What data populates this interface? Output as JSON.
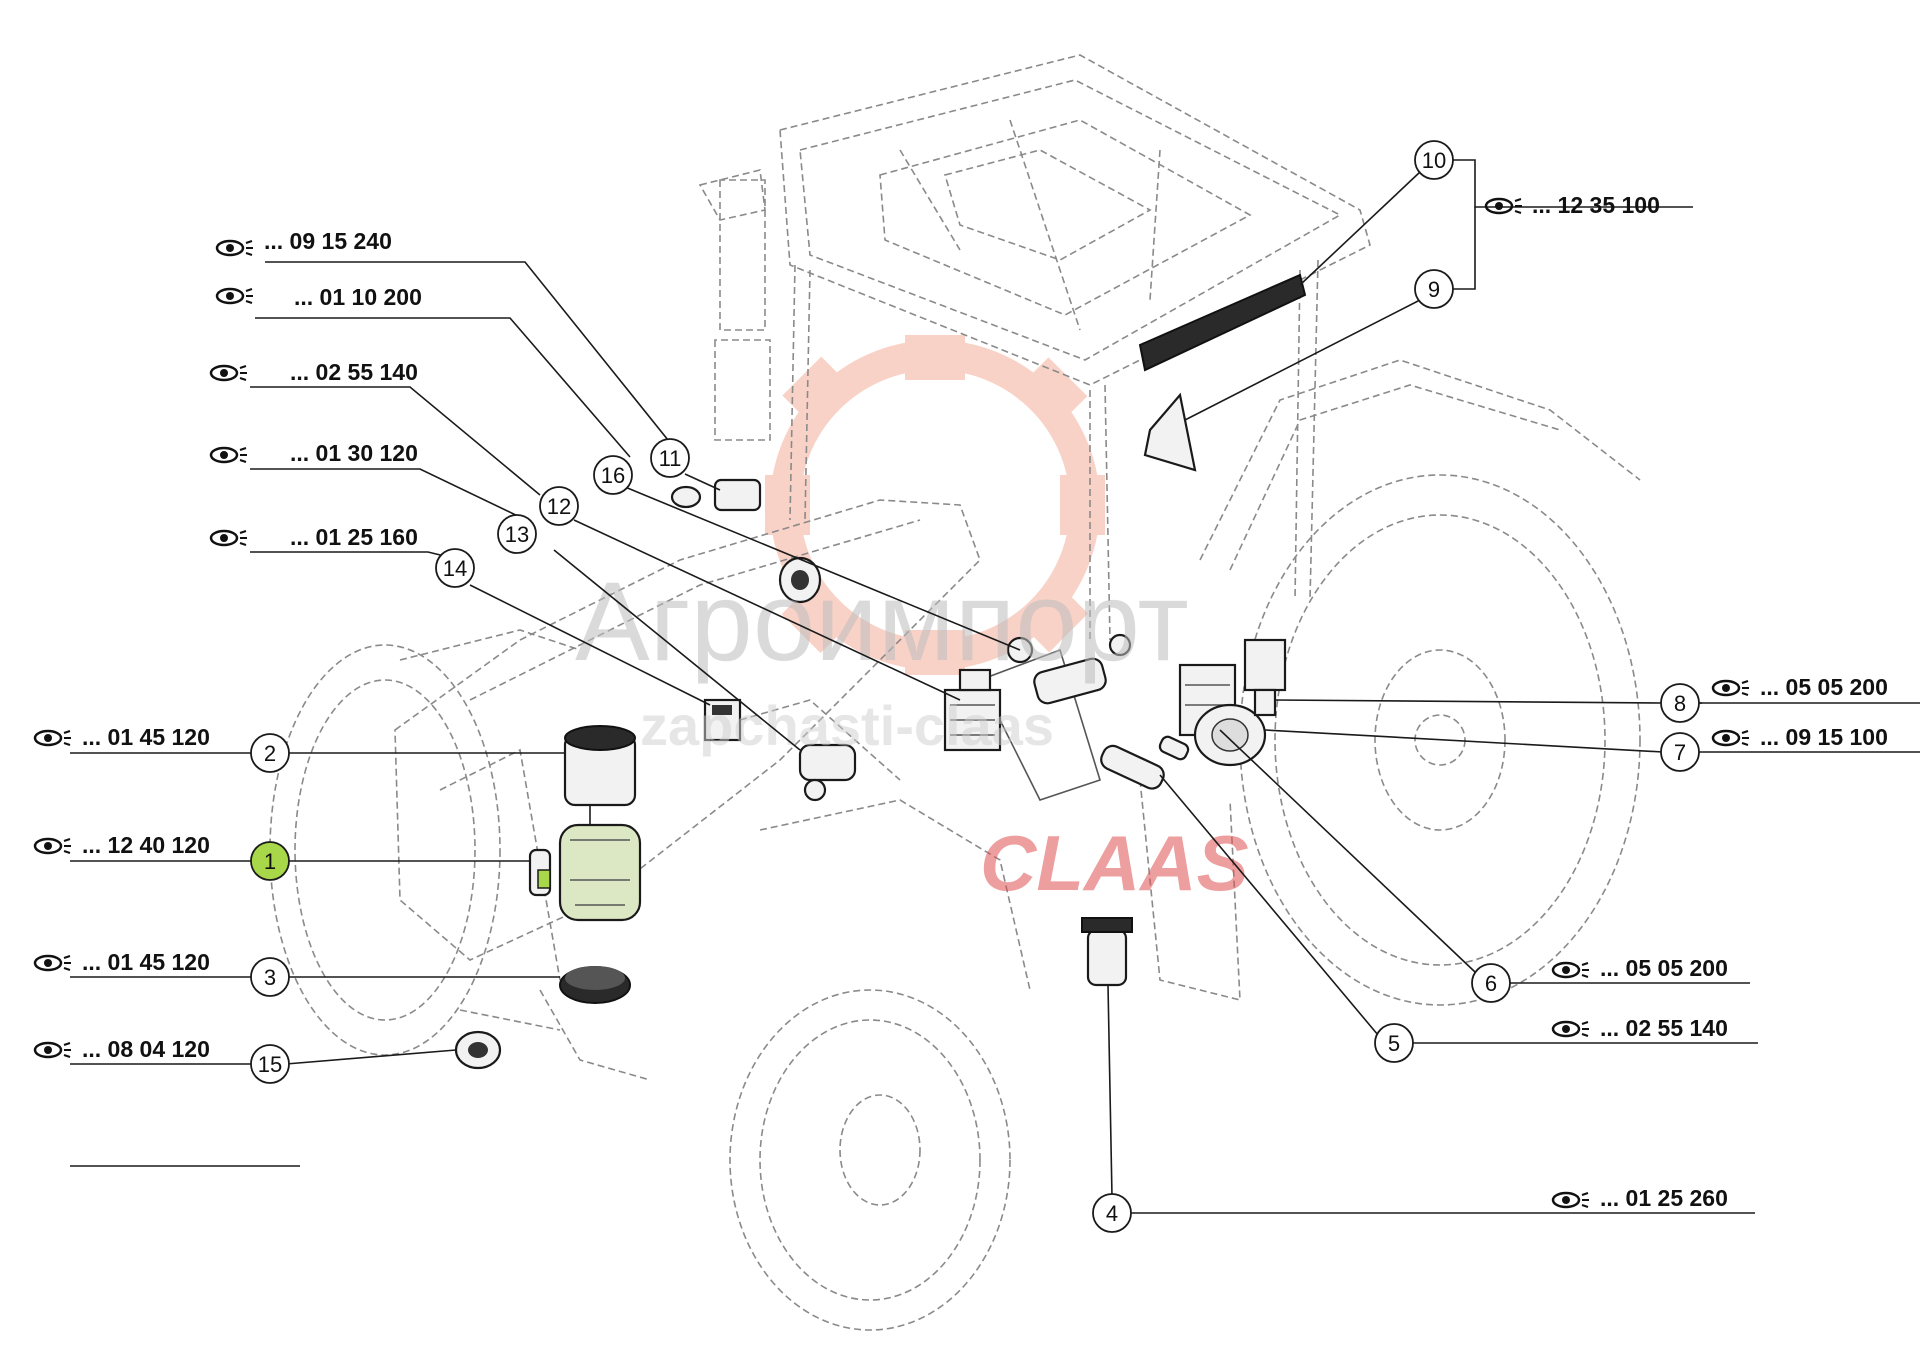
{
  "watermark": {
    "cyrillic": "Агроимпорт",
    "latin": "zapchasti-claas",
    "brand": "CLAAS"
  },
  "callouts": [
    {
      "num": "1",
      "ref": "... 12 40 120",
      "active": true
    },
    {
      "num": "2",
      "ref": "... 01 45 120"
    },
    {
      "num": "3",
      "ref": "... 01 45 120"
    },
    {
      "num": "4",
      "ref": "... 01 25 260"
    },
    {
      "num": "5",
      "ref": "... 02 55 140"
    },
    {
      "num": "6",
      "ref": "... 05 05 200"
    },
    {
      "num": "7",
      "ref": "... 09 15 100"
    },
    {
      "num": "8",
      "ref": "... 05 05 200"
    },
    {
      "num": "9",
      "ref": "... 12 35 100"
    },
    {
      "num": "10",
      "ref": "... 12 35 100"
    },
    {
      "num": "11",
      "ref": "... 09 15 240"
    },
    {
      "num": "12",
      "ref": "... 02 55 140"
    },
    {
      "num": "13",
      "ref": "... 01 30 120"
    },
    {
      "num": "14",
      "ref": "... 01 25 160"
    },
    {
      "num": "15",
      "ref": "... 08 04 120"
    },
    {
      "num": "16",
      "ref": "... 01 10 200"
    }
  ],
  "icons": {
    "view": "eye-icon"
  },
  "colors": {
    "active_bubble": "#a8d84a",
    "watermark_gear": "#f08060",
    "brand": "#e05050"
  }
}
